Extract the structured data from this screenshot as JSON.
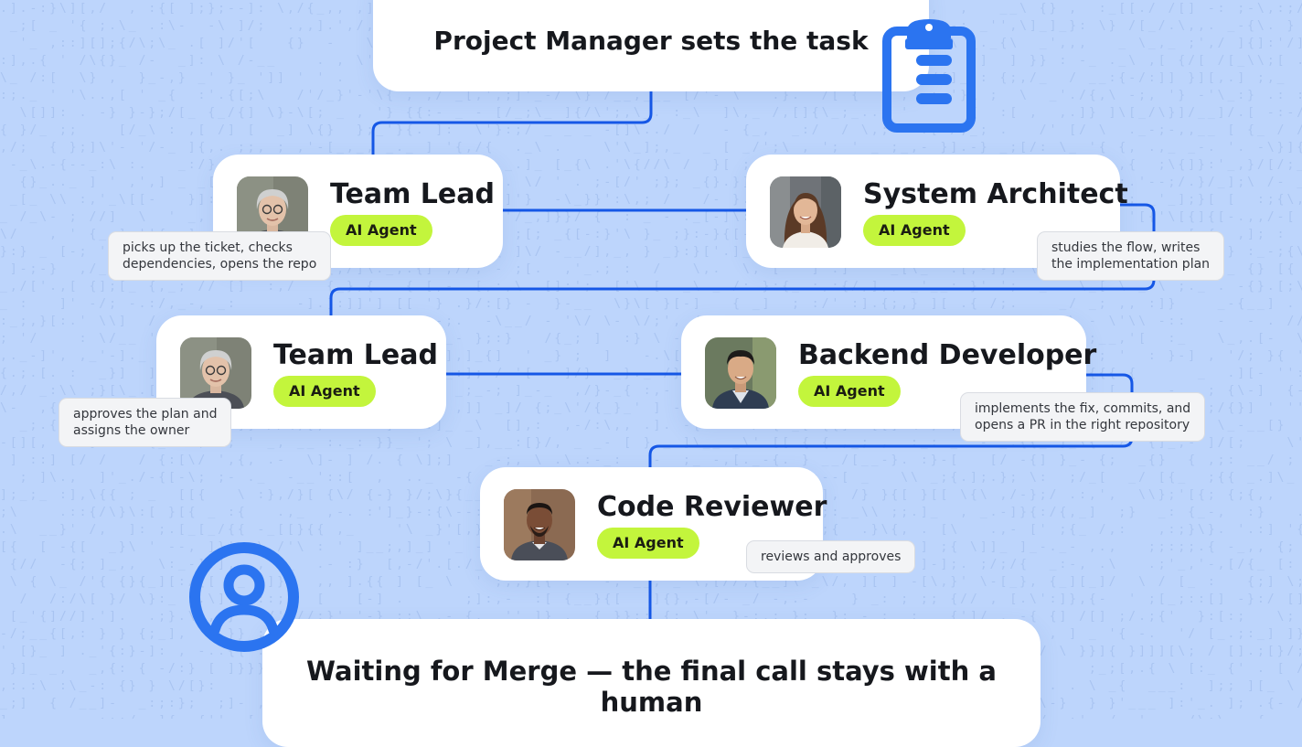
{
  "start": {
    "title": "Project Manager sets the task"
  },
  "agents": [
    {
      "name": "Team Lead",
      "badge": "AI Agent",
      "note": "picks up the ticket, checks\ndependencies, opens the repo"
    },
    {
      "name": "System Architect",
      "badge": "AI Agent",
      "note": "studies the flow, writes\nthe implementation plan"
    },
    {
      "name": "Team Lead",
      "badge": "AI Agent",
      "note": "approves the plan and\nassigns the owner"
    },
    {
      "name": "Backend Developer",
      "badge": "AI Agent",
      "note": "implements the fix, commits, and\nopens a PR in the right repository"
    },
    {
      "name": "Code Reviewer",
      "badge": "AI Agent",
      "note": "reviews and approves"
    }
  ],
  "end": {
    "title": "Waiting for Merge — the final call stays with a human"
  },
  "icons": {
    "task": "clipboard-icon",
    "human": "user-circle-icon"
  },
  "colors": {
    "background": "#bdd5fc",
    "card": "#ffffff",
    "connector": "#1557e6",
    "badge": "#c3f53c",
    "icon": "#2b74f0",
    "note_bg": "#f3f4f6"
  }
}
